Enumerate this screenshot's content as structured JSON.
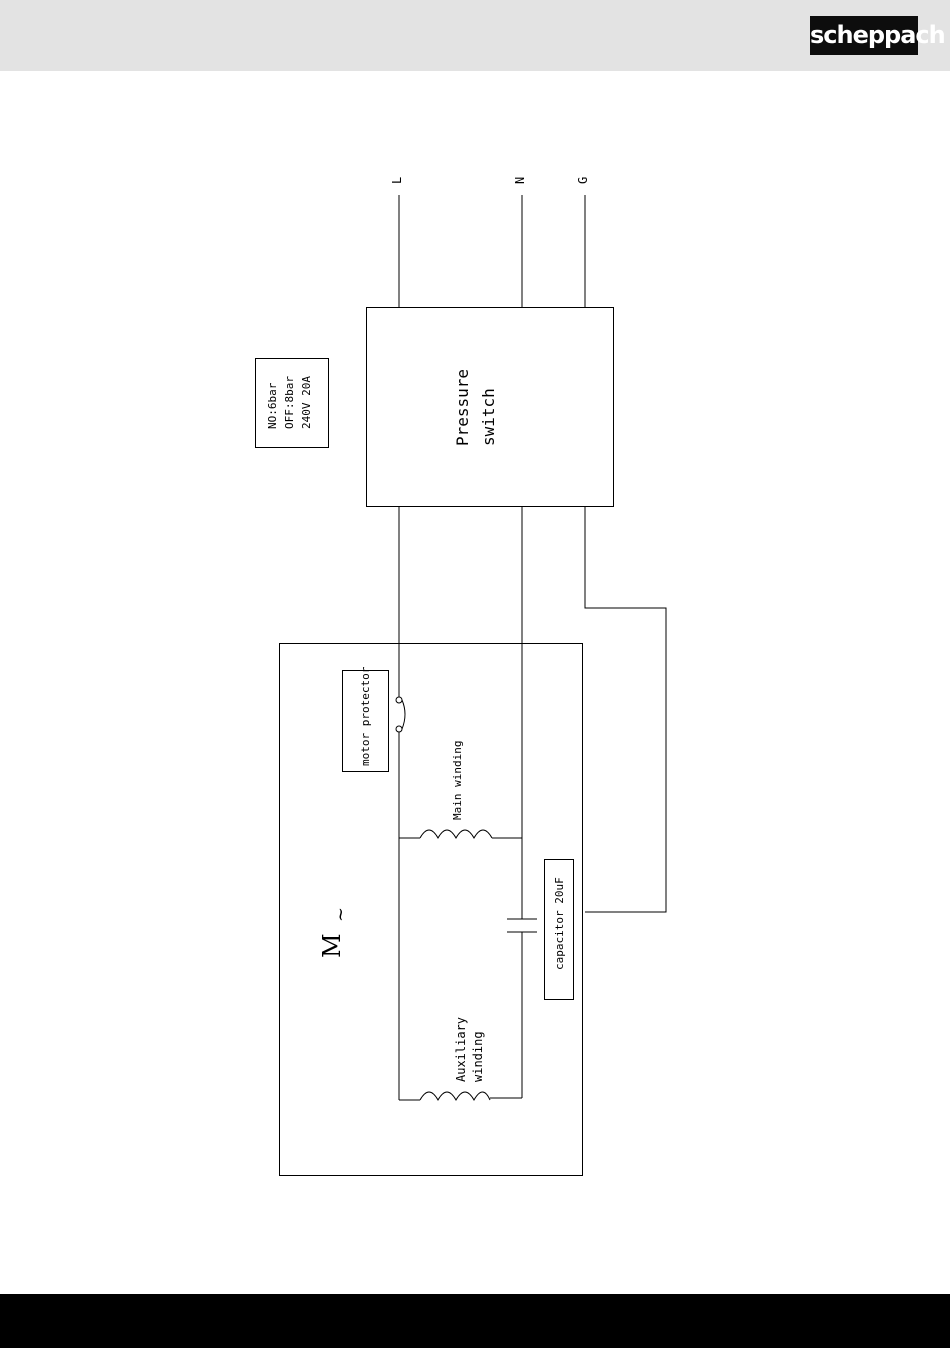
{
  "header": {
    "brand": "scheppach"
  },
  "terminals": {
    "l": "L",
    "n": "N",
    "g": "G"
  },
  "spec_box": {
    "line1": "NO:6bar",
    "line2": "OFF:8bar",
    "line3": "240V 20A"
  },
  "pressure_switch": {
    "line1": "Pressure",
    "line2": "switch"
  },
  "motor": {
    "symbol": "M",
    "tilde": "~"
  },
  "motor_protector": {
    "label": "motor protector"
  },
  "main_winding": {
    "label": "Main winding"
  },
  "capacitor": {
    "label": "capacitor 20uF"
  },
  "aux_winding": {
    "line1": "Auxiliary",
    "line2": "winding"
  },
  "colors": {
    "header_bg": "#e3e3e3",
    "logo_bg": "#0d0d0d",
    "footer_bg": "#000000",
    "line": "#000000"
  }
}
